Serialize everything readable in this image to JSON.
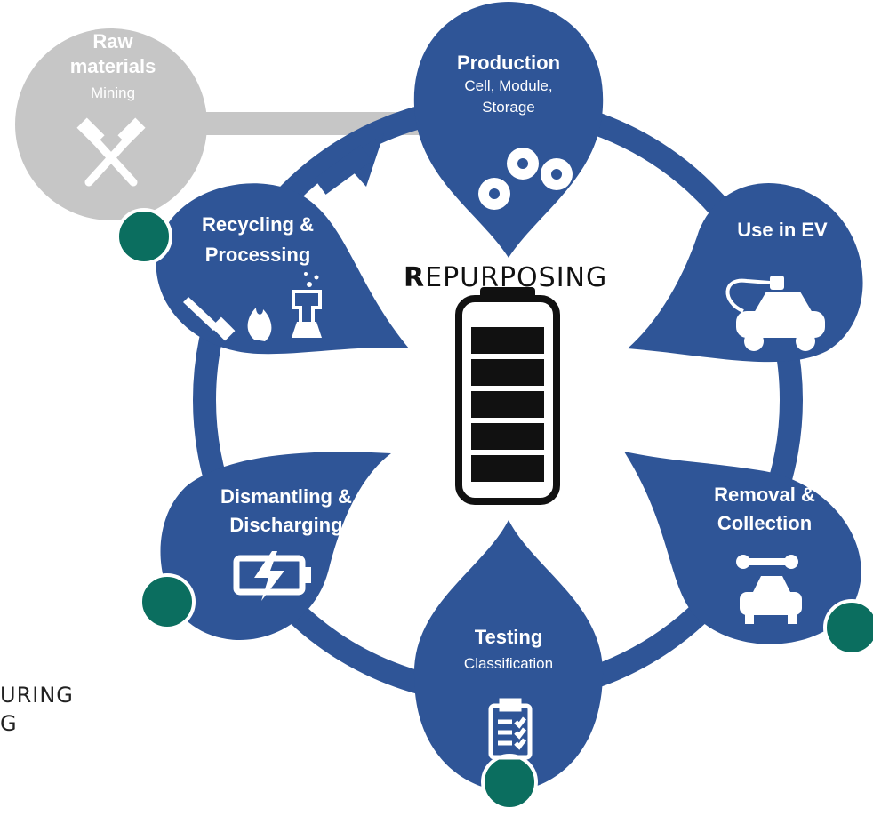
{
  "center": {
    "first_letter": "R",
    "rest": "EPURPOSING"
  },
  "raw_materials": {
    "title_line1": "Raw",
    "title_line2": "materials",
    "subtitle": "Mining"
  },
  "stages": {
    "production": {
      "title": "Production",
      "sub_line1": "Cell, Module,",
      "sub_line2": "Storage"
    },
    "use_in_ev": {
      "title": "Use in EV"
    },
    "removal": {
      "title_line1": "Removal &",
      "title_line2": "Collection"
    },
    "testing": {
      "title": "Testing",
      "subtitle": "Classification"
    },
    "dismantling": {
      "title_line1": "Dismantling &",
      "title_line2": "Discharging"
    },
    "recycling": {
      "title_line1": "Recycling &",
      "title_line2": "Processing"
    }
  },
  "left_edge_text": {
    "line1": "URING",
    "line2": "G"
  },
  "colors": {
    "blue": "#2f5597",
    "grey": "#c6c6c6",
    "teal": "#0b6e5f",
    "battery": "#111111"
  }
}
